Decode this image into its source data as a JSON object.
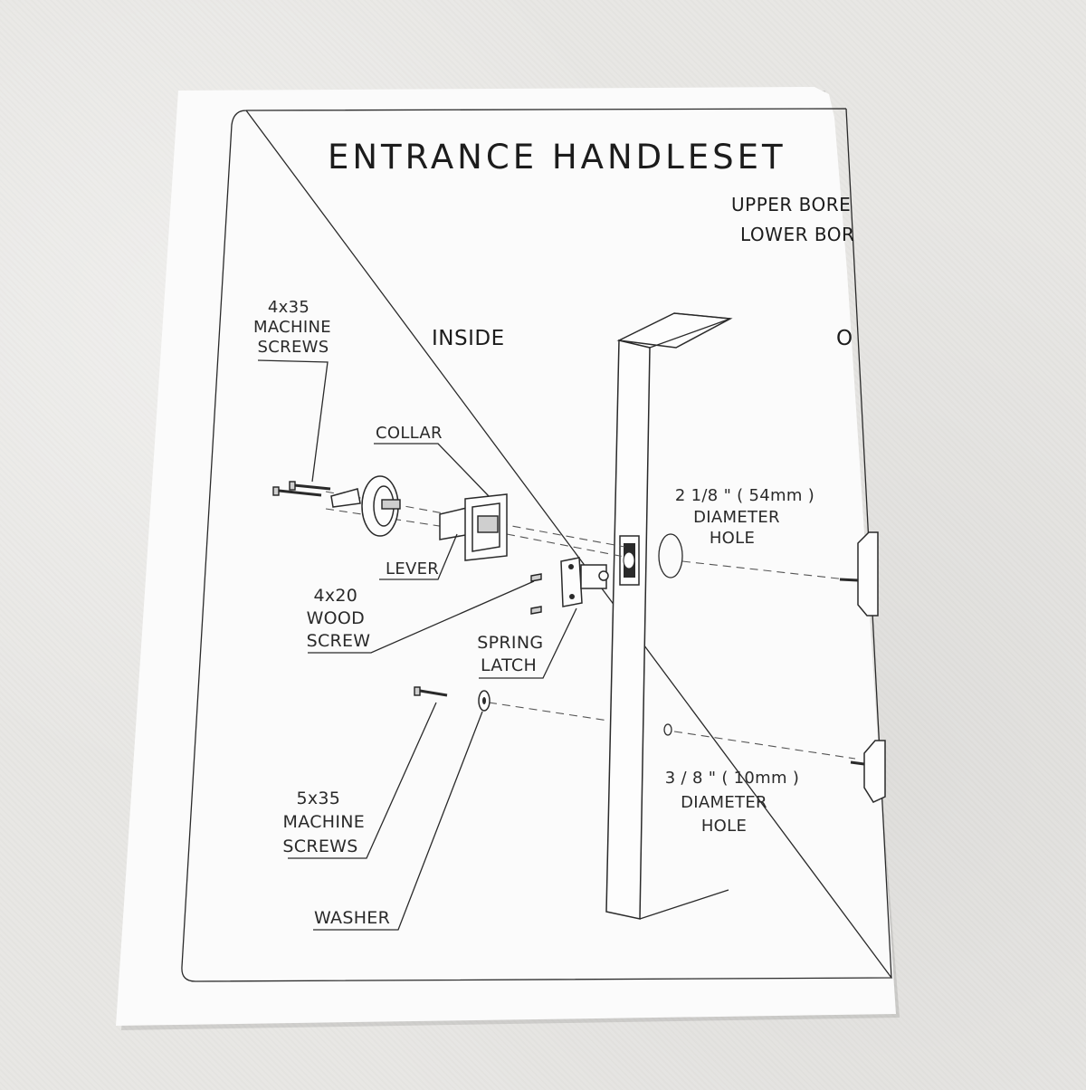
{
  "title": "ENTRANCE HANDLESET",
  "bore": {
    "upper": "UPPER BORE",
    "lower": "LOWER BOR"
  },
  "sides": {
    "inside": "INSIDE",
    "outside_partial": "O"
  },
  "labels": {
    "machine_screws_top": [
      "4x35",
      "MACHINE",
      "SCREWS"
    ],
    "collar": "COLLAR",
    "lever": "LEVER",
    "wood_screw": [
      "4x20",
      "WOOD",
      "SCREW"
    ],
    "spring_latch": [
      "SPRING",
      "LATCH"
    ],
    "machine_screws_bottom": [
      "5x35",
      "MACHINE",
      "SCREWS"
    ],
    "washer": "WASHER",
    "upper_hole": [
      "2 1/8 \" ( 54mm )",
      "DIAMETER",
      "HOLE"
    ],
    "lower_hole": [
      "3 / 8 \" ( 10mm )",
      "DIAMETER",
      "HOLE"
    ]
  }
}
